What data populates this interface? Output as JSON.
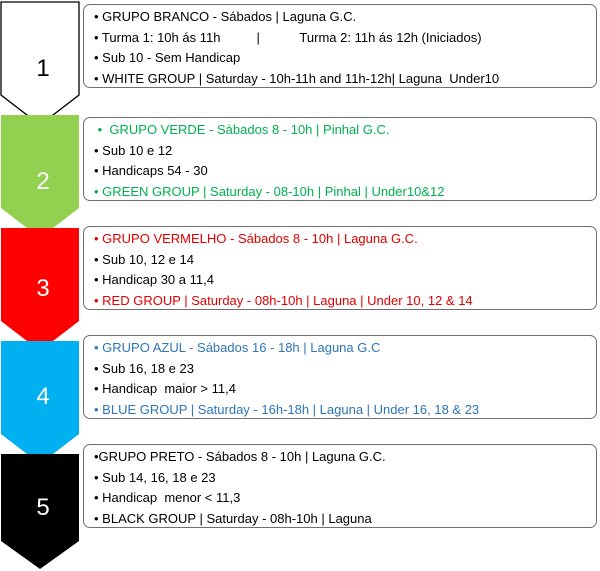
{
  "steps": [
    {
      "number": "1",
      "chevron_color": "#ffffff",
      "lines": [
        {
          "text": "• GRUPO BRANCO - Sábados | Laguna G.C.",
          "color": "#000000"
        },
        {
          "text": "• Turma 1: 10h ás 11h          |           Turma 2: 11h ás 12h (Iniciados)",
          "color": "#000000"
        },
        {
          "text": "• Sub 10 - Sem Handicap",
          "color": "#000000"
        },
        {
          "text": "• WHITE GROUP | Saturday - 10h-11h and 11h-12h| Laguna  Under10",
          "color": "#000000"
        }
      ]
    },
    {
      "number": "2",
      "chevron_color": "#92d050",
      "lines": [
        {
          "text": " •  GRUPO VERDE - Sábados 8 - 10h | Pinhal G.C.",
          "color": "#00b050"
        },
        {
          "text": "• Sub 10 e 12",
          "color": "#000000"
        },
        {
          "text": "• Handicaps 54 - 30",
          "color": "#000000"
        },
        {
          "text": "• GREEN GROUP | Saturday - 08-10h | Pinhal | Under10&12",
          "color": "#00b050"
        }
      ]
    },
    {
      "number": "3",
      "chevron_color": "#ff0000",
      "lines": [
        {
          "text": "• GRUPO VERMELHO - Sábados 8 - 10h | Laguna G.C.",
          "color": "#e00000"
        },
        {
          "text": "• Sub 10, 12 e 14",
          "color": "#000000"
        },
        {
          "text": "• Handicap 30 a 11,4",
          "color": "#000000"
        },
        {
          "text": "• RED GROUP | Saturday - 08h-10h | Laguna | Under 10, 12 & 14",
          "color": "#e00000"
        }
      ]
    },
    {
      "number": "4",
      "chevron_color": "#00b0f0",
      "lines": [
        {
          "text": "• GRUPO AZUL - Sábados 16 - 18h | Laguna G.C",
          "color": "#2e75b6"
        },
        {
          "text": "• Sub 16, 18 e 23",
          "color": "#000000"
        },
        {
          "text": "• Handicap  maior > 11,4",
          "color": "#000000"
        },
        {
          "text": "• BLUE GROUP | Saturday - 16h-18h | Laguna | Under 16, 18 & 23",
          "color": "#2e75b6"
        }
      ]
    },
    {
      "number": "5",
      "chevron_color": "#000000",
      "lines": [
        {
          "text": "•GRUPO PRETO - Sábados 8 - 10h | Laguna G.C.",
          "color": "#000000"
        },
        {
          "text": "• Sub 14, 16, 18 e 23",
          "color": "#000000"
        },
        {
          "text": "• Handicap  menor < 11,3",
          "color": "#000000"
        },
        {
          "text": "• BLACK GROUP | Saturday - 08h-10h | Laguna",
          "color": "#000000"
        }
      ]
    }
  ]
}
